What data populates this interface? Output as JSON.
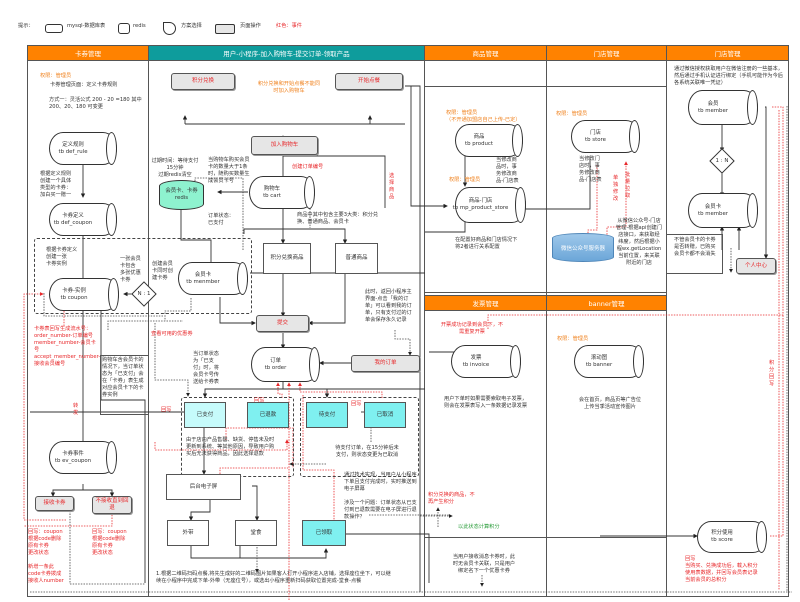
{
  "legend": {
    "prefix": "提示：",
    "items": [
      {
        "shape": "mysql-table",
        "label": "mysql-数据库表"
      },
      {
        "shape": "redis",
        "label": "redis"
      },
      {
        "shape": "option",
        "label": "方案选择"
      },
      {
        "shape": "page-action",
        "label": "页面操作"
      }
    ],
    "event_note": "红色：事件",
    "accent": "#e8282b"
  },
  "lanes": {
    "coupon": "卡券管理",
    "user": "用户-小程序-加入购物车-提交订单-领取产品",
    "product": "商品管理",
    "store": "门店管理",
    "member": "门店管理",
    "invoice": "发票管理",
    "banner": "banner管理",
    "colors": {
      "orange": "#ff8200",
      "teal": "#0e9c9c"
    }
  },
  "coupon_lane": {
    "perm": "权限：管理员",
    "page_desc": "卡券管理页面：定义卡券规则",
    "method": "方式一：灵活公式 200 - 20 =180 其中200、20、180 可变更",
    "def_rule": {
      "name": "定义规则",
      "table": "tb def_rule"
    },
    "note_create": "根据定义规则\n创建一个具体\n类型的卡券：\n加白买一赠一",
    "def_coupon": {
      "name": "卡券定义",
      "table": "tb def_coupon"
    },
    "note_instance": "根据卡券定义\n创建一张\n卡券实例",
    "note_multi": "一张会员\n卡包含\n多张优惠\n卡券",
    "coupon": {
      "name": "卡券-实例",
      "table": "tb coupon"
    },
    "n1": "N : 1",
    "red_note": "卡券表回写生成流水号：\norder_number-订单编号\nmember_number-会员卡号\naccept_member_number-接收会员编号",
    "note_cart_member": "购物车含会员卡的情况下，当订单状态为「已支付」会在「卡券」表生成对应会员卡下的卡券实例",
    "forward": "转\n发",
    "ev_coupon": {
      "name": "卡券事件",
      "table": "tb ev_coupon"
    },
    "btn_accept": "接收卡券",
    "btn_reject": "不接收直到回退",
    "red_accept": "回写：coupon\n根据code删除\n原有卡券\n更改状态\n\n新增一条此\ncode卡券拨成\n接收人number",
    "red_reject": "回写：coupon\n根据code删除\n原有卡券\n更改状态"
  },
  "user_lane": {
    "btn_points": "积分兑换",
    "btn_start": "开始点餐",
    "note_exclusive": "积分兑换和开始点餐不能同\n时加入购物车",
    "btn_add_cart": "加入购物车",
    "note_expire": "过期时间：等待支付\n15分钟\n过期redis清空",
    "redis_box": {
      "name": "会员卡、卡券",
      "store": "redis"
    },
    "note_cart_count": "当购物车购买会员\n卡的数量大于1条\n时，随购买数量生\n成会员卡号",
    "red_order_no": "创建订单编号",
    "cart": {
      "name": "购物车",
      "table": "tb cart"
    },
    "red_choose": "选\n择\n商\n品",
    "note_order_status": "订单状态：\n已支付",
    "note_categories": "商品中其中包含主要3大类：积分兑\n换、普通商品、会员卡",
    "note_create_member": "创建会员\n卡同时创\n建卡券",
    "member_card": {
      "name": "会员卡",
      "table": "tb menmber"
    },
    "box_points_goods": "积分兑换商品",
    "box_normal_goods": "普通商品",
    "note_my_orders": "此时，返回小程序主\n界面-点击「我的订\n单」可以看到我的订\n单，只有支付过的订\n单会保存永久记录",
    "red_view_coupons": "查看可用的优惠券",
    "btn_submit": "提交",
    "note_paid_send": "当订单状态\n为「已支\n付」时，将\n会员卡号传\n送给卡券表",
    "order": {
      "name": "订单",
      "table": "tb order"
    },
    "btn_my_orders": "我的订单",
    "red_writeback": "回写",
    "status_paid": "已支付",
    "status_refunded": "已退款",
    "status_pending": "待支付",
    "status_cancelled": "已取消",
    "note_refund": "由于店内产品售罄、缺货、停售未及时\n更新到系统、等其他原因，导致用户购\n买后无法获得商品，因此选择退款",
    "note_pending": "待支付订单，在15分钟后未\n支付，则状态变更为已取消",
    "box_screen": "后台电子屏",
    "note_screen": "通过技术实现，当用户从小程序\n下单且支付完成时，实时推送到\n电子屏幕\n\n涉及一个问题：订单状态从已支\n付到已退款需要在电子屏进行退\n款操作？",
    "box_takeout": "外带",
    "box_dinein": "堂食",
    "status_received": "已领取",
    "note_qr": "1.根据二维码扫码点餐,将先生成好的二维码图片如果客人打开小程序进入店铺，选择座位坐下，可以继\n续在小程序中完成下单-外带（无座位号），或选出小程序重新扫码获取位置完成-堂食-点餐"
  },
  "product_lane": {
    "perm": "权限：管理员\n（不开通加盟店自己上传-已定）",
    "product": {
      "name": "商品",
      "table": "tb product"
    },
    "note_modify": "当修改商\n品时，事\n务修改商\n品-门店表",
    "perm2": "权限：管理员",
    "product_store": {
      "name": "商品-门店",
      "table": "tb mp_product_store"
    },
    "note_config": "在配置好商品和门店情况下\n将2者进行关系配置"
  },
  "store_lane": {
    "perm": "权限：管理员",
    "store": {
      "name": "门店",
      "table": "tb store"
    },
    "note_modify": "当修改门\n店时，事\n务修改商\n品-门店表",
    "red_single": "单\n独\n修\n改",
    "red_batch": "批\n量\n拉\n取",
    "wechat_service": "微信公众号服务器",
    "note_wechat": "从微信公众号-门店\n管理-根据api创建门\n店接口，来获取经\n纬度，然后根据小\n程wx.getLocation\n当前位置，来关联\n附近的门店"
  },
  "member_lane": {
    "intro": "通过微信授权获取用户在微信注册的一些基本，然后通过手机认证进行绑定（手机可能作为今后各系统关联唯一凭证）",
    "member": {
      "name": "会员",
      "table": "tb member"
    },
    "ratio": "1 : N",
    "member_card": {
      "name": "会员卡",
      "table": "tb member"
    },
    "note_not_lost": "不管会员卡的卡券\n是否转赠，已购买\n会员卡都不会消失",
    "btn_center": "个人中心",
    "red_points_back": "积\n分\n回\n写",
    "score": {
      "name": "积分使用",
      "table": "tb score"
    },
    "red_score": "回写\n当购买、兑换成功后，载入积分\n使用表数据，并回写会员表记录\n当前会员的总积分"
  },
  "invoice_lane": {
    "red_note": "开票成功记录到会员下，不\n需重复开票",
    "invoice": {
      "name": "发票",
      "table": "tb invoice"
    },
    "note": "用户下单时如果需要索取电子发票，\n则会在发票表写入一条数据记录发票",
    "red_points_goods": "积分兑换的商品，不\n再产生积分",
    "green_calc": "以此状态计算积分",
    "note_receive": "当用户接收消息卡券时，此\n时无会员卡关联，只是用户\n绑定名下一个优惠卡券"
  },
  "banner_lane": {
    "perm": "权限：管理员",
    "banner": {
      "name": "滚动图",
      "table": "tb banner"
    },
    "note": "会在首页，商品页等广告位\n上传当季活动宣传图片"
  }
}
